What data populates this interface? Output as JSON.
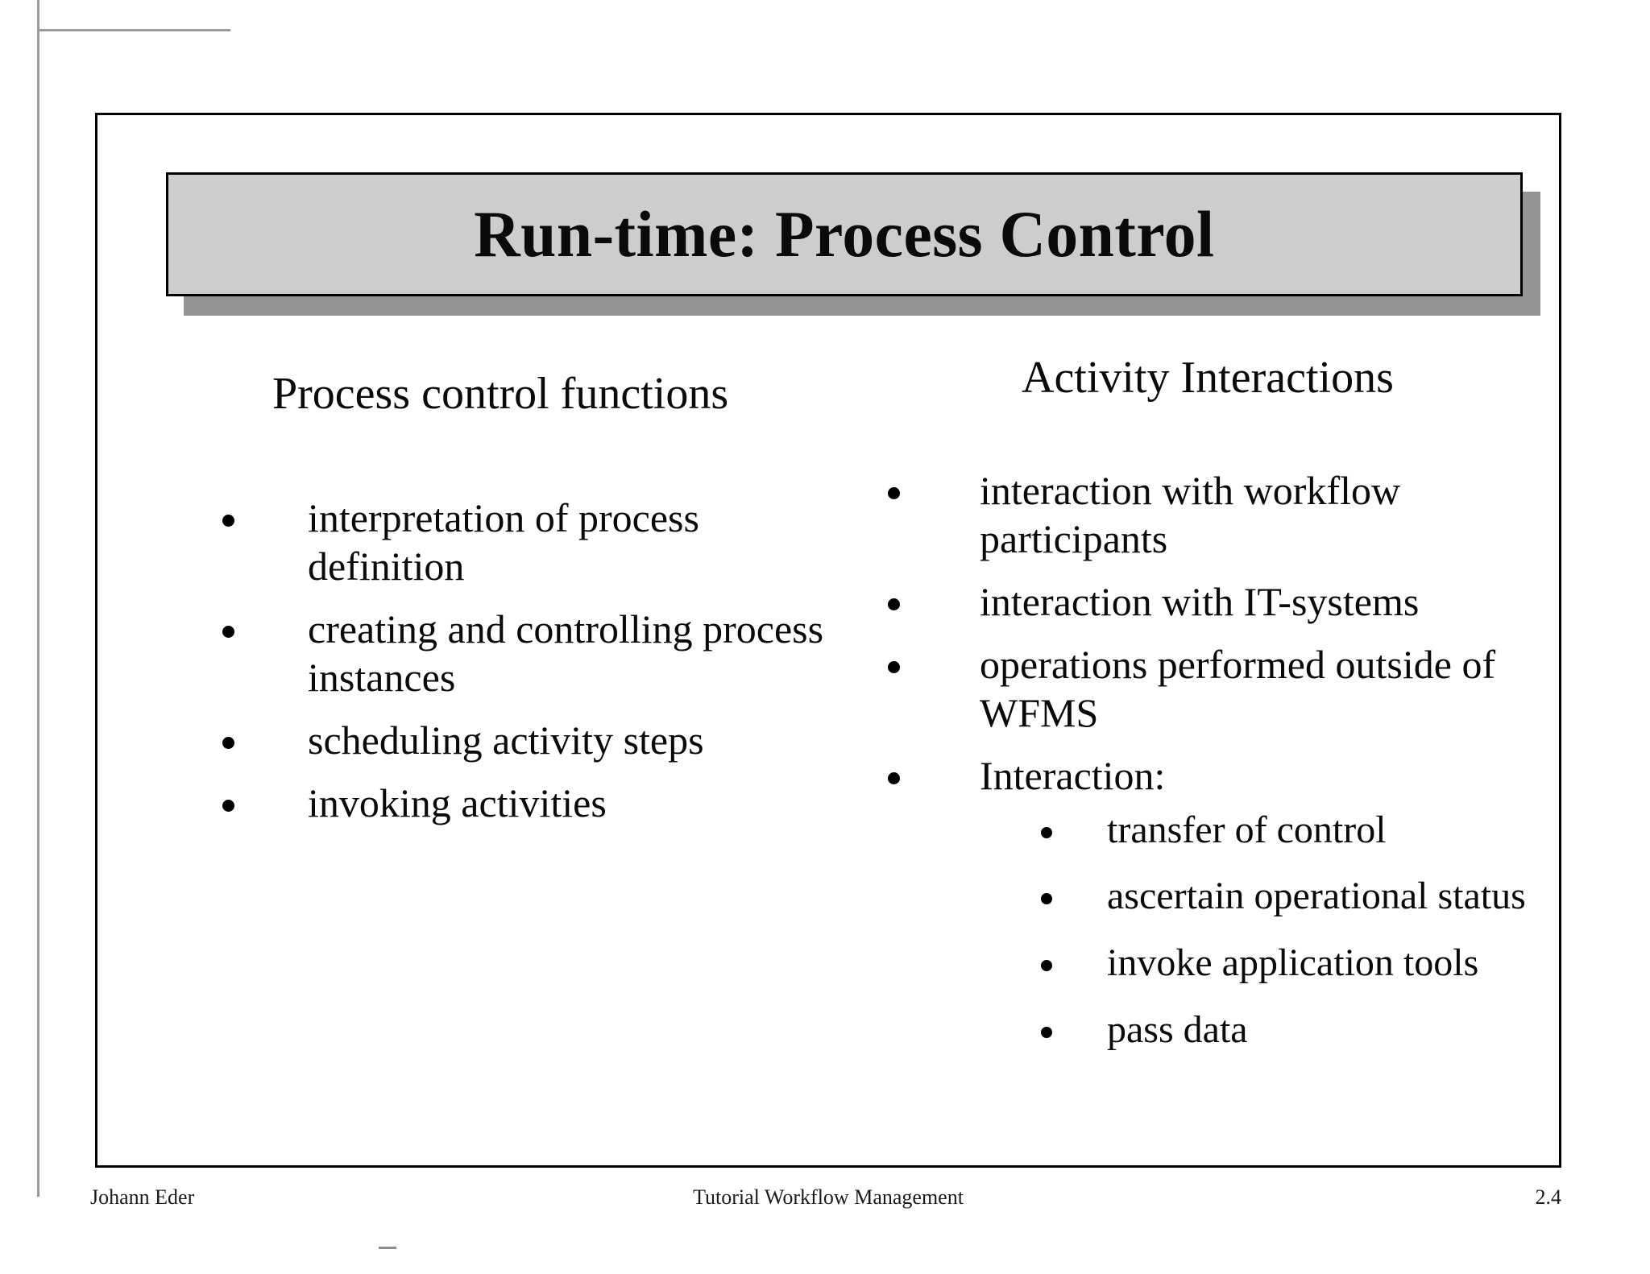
{
  "slide": {
    "title": "Run-time: Process Control",
    "columns": [
      {
        "heading": "Process control functions",
        "bullets": [
          {
            "text": "interpretation of process definition"
          },
          {
            "text": "creating and controlling process instances"
          },
          {
            "text": "scheduling activity steps"
          },
          {
            "text": "invoking activities"
          }
        ]
      },
      {
        "heading": "Activity Interactions",
        "bullets": [
          {
            "text": "interaction with workflow participants"
          },
          {
            "text": "interaction with IT-systems"
          },
          {
            "text": "operations performed outside of WFMS"
          },
          {
            "text": "Interaction:",
            "sub_bullets": [
              {
                "text": "transfer of control"
              },
              {
                "text": "ascertain operational status"
              },
              {
                "text": "invoke application tools"
              },
              {
                "text": "pass data"
              }
            ]
          }
        ]
      }
    ]
  },
  "footer": {
    "author": "Johann Eder",
    "document_title": "Tutorial Workflow Management",
    "page_number": "2.4"
  },
  "colors": {
    "title_banner_fill": "#cdcdcd",
    "title_banner_shadow": "#949494",
    "frame_border": "#000000",
    "text": "#0a0a0a",
    "page_background": "#ffffff"
  }
}
